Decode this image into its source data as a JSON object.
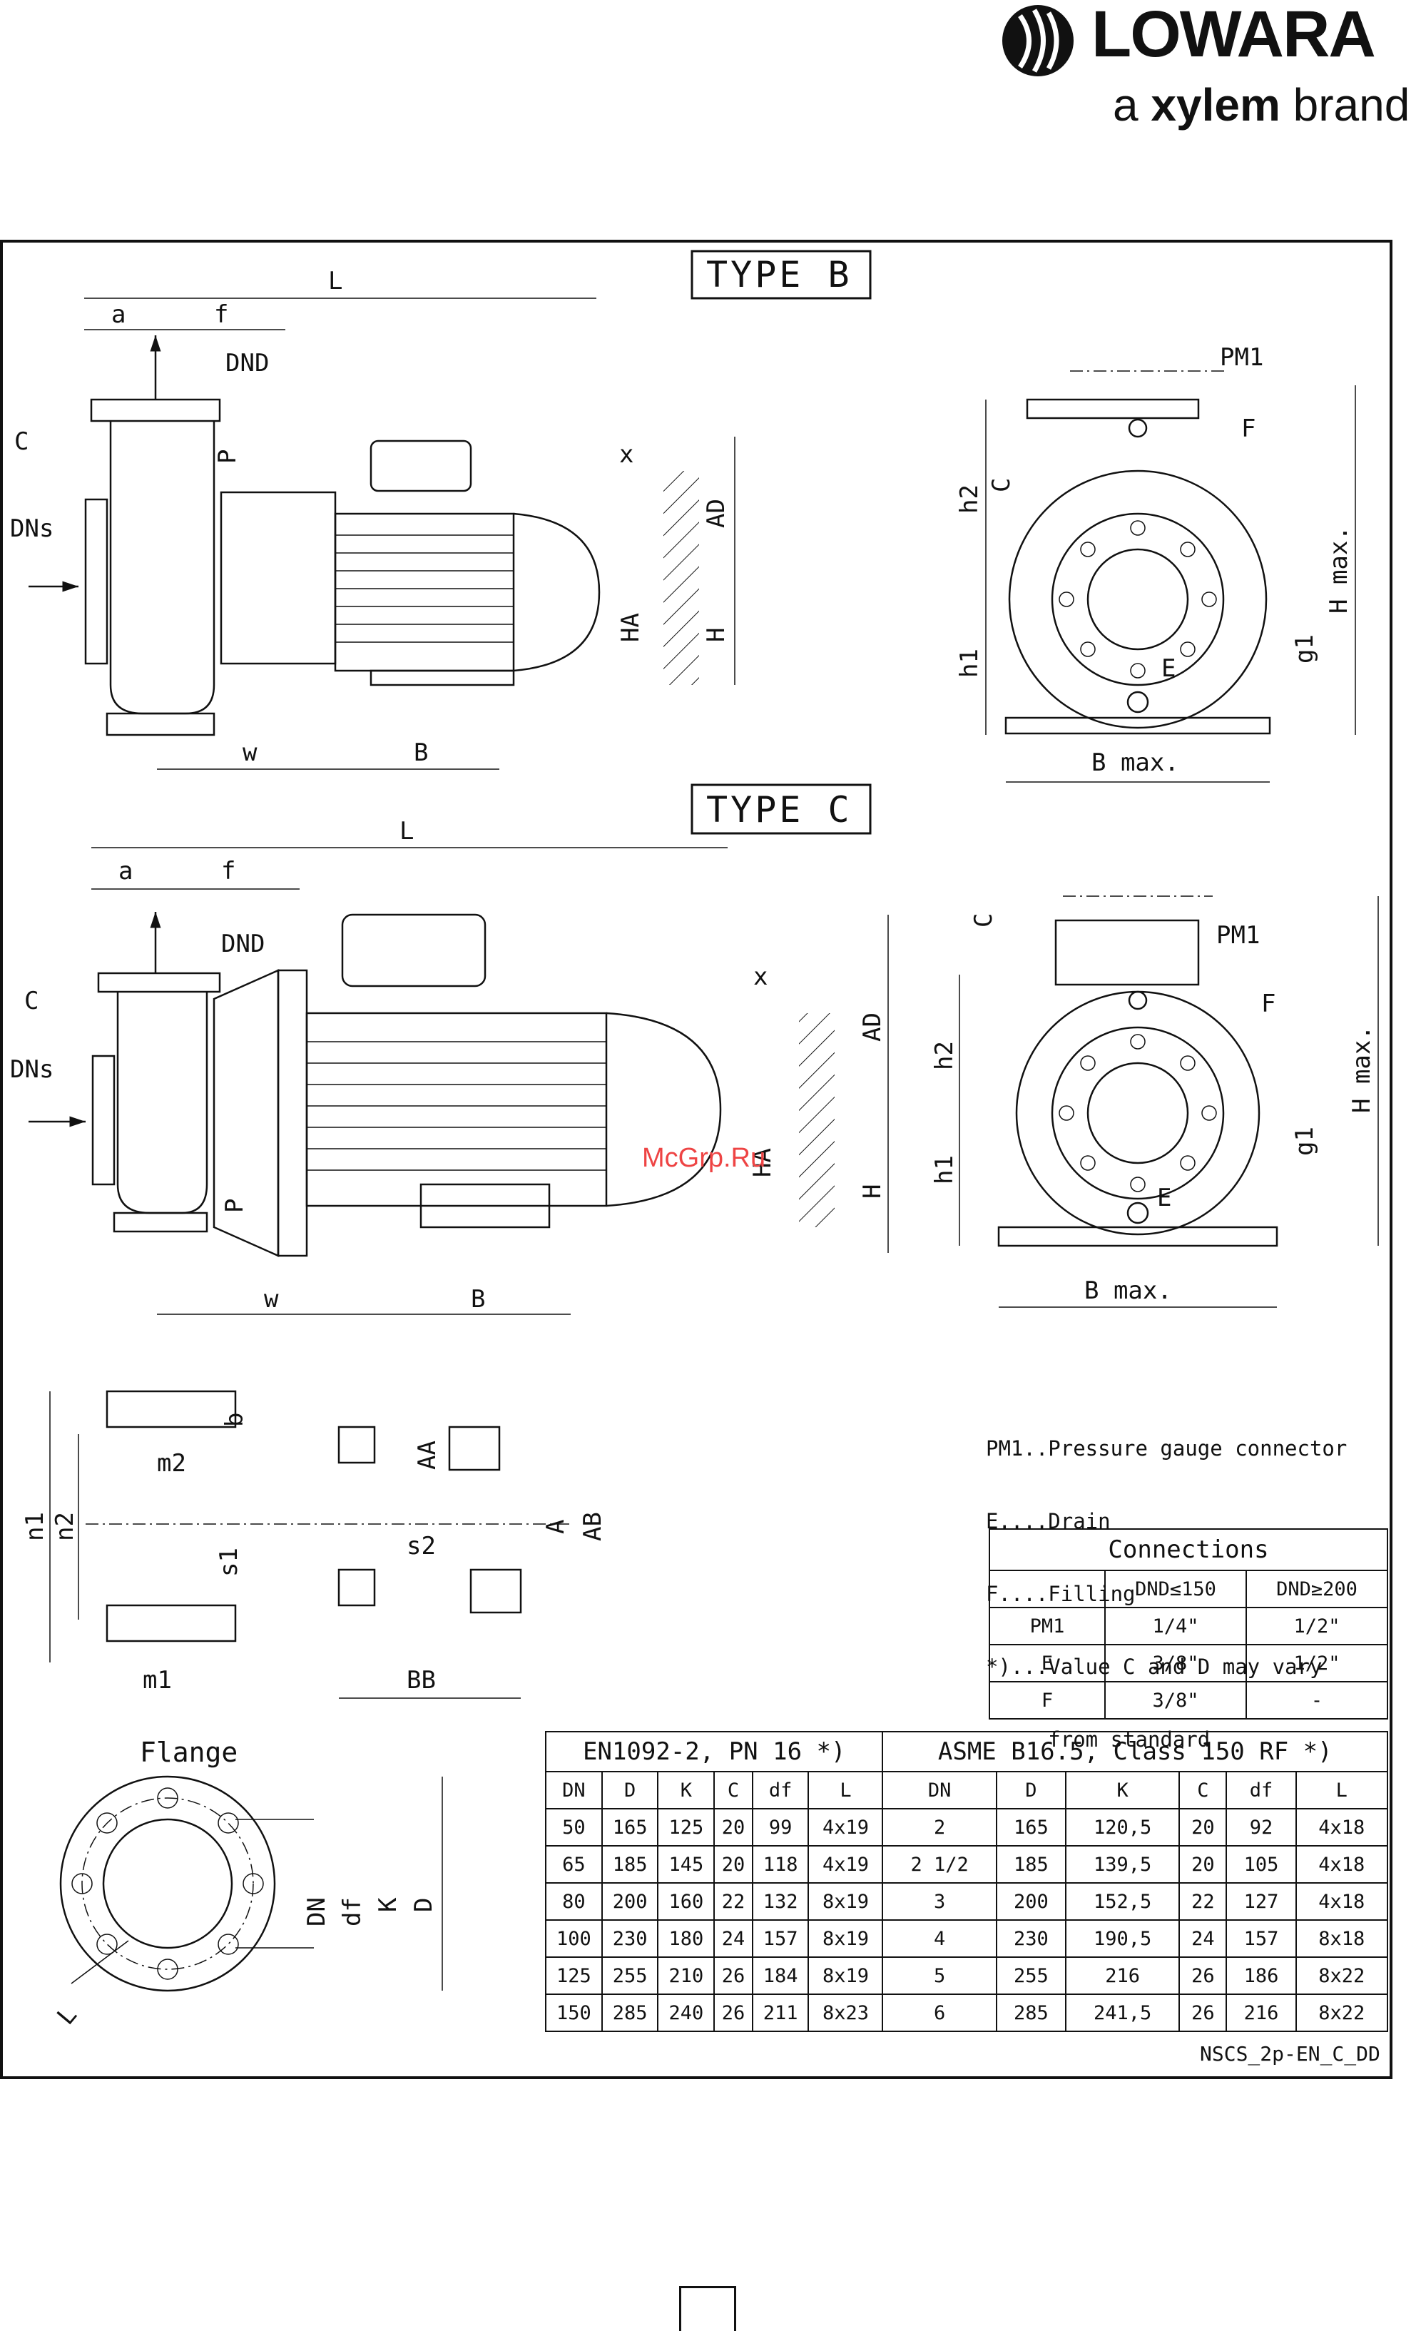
{
  "brand": {
    "name": "LOWARA",
    "tagline_prefix": "a ",
    "tagline_bold": "xylem",
    "tagline_suffix": " brand"
  },
  "watermark": "McGrp.Ru",
  "views": {
    "type_b_title": "TYPE B",
    "type_c_title": "TYPE C"
  },
  "labels": {
    "L": "L",
    "a": "a",
    "f": "f",
    "C": "C",
    "DNs": "DNs",
    "DNd": "DND",
    "P": "P",
    "x": "x",
    "AD": "AD",
    "HA": "HA",
    "H": "H",
    "w": "w",
    "B": "B",
    "PM1": "PM1",
    "F": "F",
    "E": "E",
    "h1": "h1",
    "h2": "h2",
    "g1": "g1",
    "Hmax": "H max.",
    "Bmax": "B max.",
    "b": "b",
    "m1": "m1",
    "m2": "m2",
    "n1": "n1",
    "n2": "n2",
    "s1": "s1",
    "s2": "s2",
    "AA": "AA",
    "A": "A",
    "AB": "AB",
    "BB": "BB",
    "DN": "DN",
    "df": "df",
    "K": "K",
    "D": "D",
    "Lf": "L"
  },
  "legend": [
    "PM1..Pressure gauge connector",
    "E....Drain",
    "F....Filling",
    "*)...Value C and D may vary",
    "     from standard"
  ],
  "connections": {
    "title": "Connections",
    "col1": "DND≤150",
    "col2": "DND≥200",
    "rows": [
      [
        "PM1",
        "1/4\"",
        "1/2\""
      ],
      [
        "E",
        "3/8\"",
        "1/2\""
      ],
      [
        "F",
        "3/8\"",
        "-"
      ]
    ]
  },
  "flange_title": "Flange",
  "flange_table": {
    "group1": "EN1092-2, PN 16 *)",
    "group2": "ASME B16.5, Class 150 RF *)",
    "headers": [
      "DN",
      "D",
      "K",
      "C",
      "df",
      "L",
      "DN",
      "D",
      "K",
      "C",
      "df",
      "L"
    ],
    "rows": [
      [
        "50",
        "165",
        "125",
        "20",
        "99",
        "4x19",
        "2",
        "165",
        "120,5",
        "20",
        "92",
        "4x18"
      ],
      [
        "65",
        "185",
        "145",
        "20",
        "118",
        "4x19",
        "2 1/2",
        "185",
        "139,5",
        "20",
        "105",
        "4x18"
      ],
      [
        "80",
        "200",
        "160",
        "22",
        "132",
        "8x19",
        "3",
        "200",
        "152,5",
        "22",
        "127",
        "4x18"
      ],
      [
        "100",
        "230",
        "180",
        "24",
        "157",
        "8x19",
        "4",
        "230",
        "190,5",
        "24",
        "157",
        "8x18"
      ],
      [
        "125",
        "255",
        "210",
        "26",
        "184",
        "8x19",
        "5",
        "255",
        "216",
        "26",
        "186",
        "8x22"
      ],
      [
        "150",
        "285",
        "240",
        "26",
        "211",
        "8x23",
        "6",
        "285",
        "241,5",
        "26",
        "216",
        "8x22"
      ]
    ]
  },
  "ref_code": "NSCS_2p-EN_C_DD"
}
